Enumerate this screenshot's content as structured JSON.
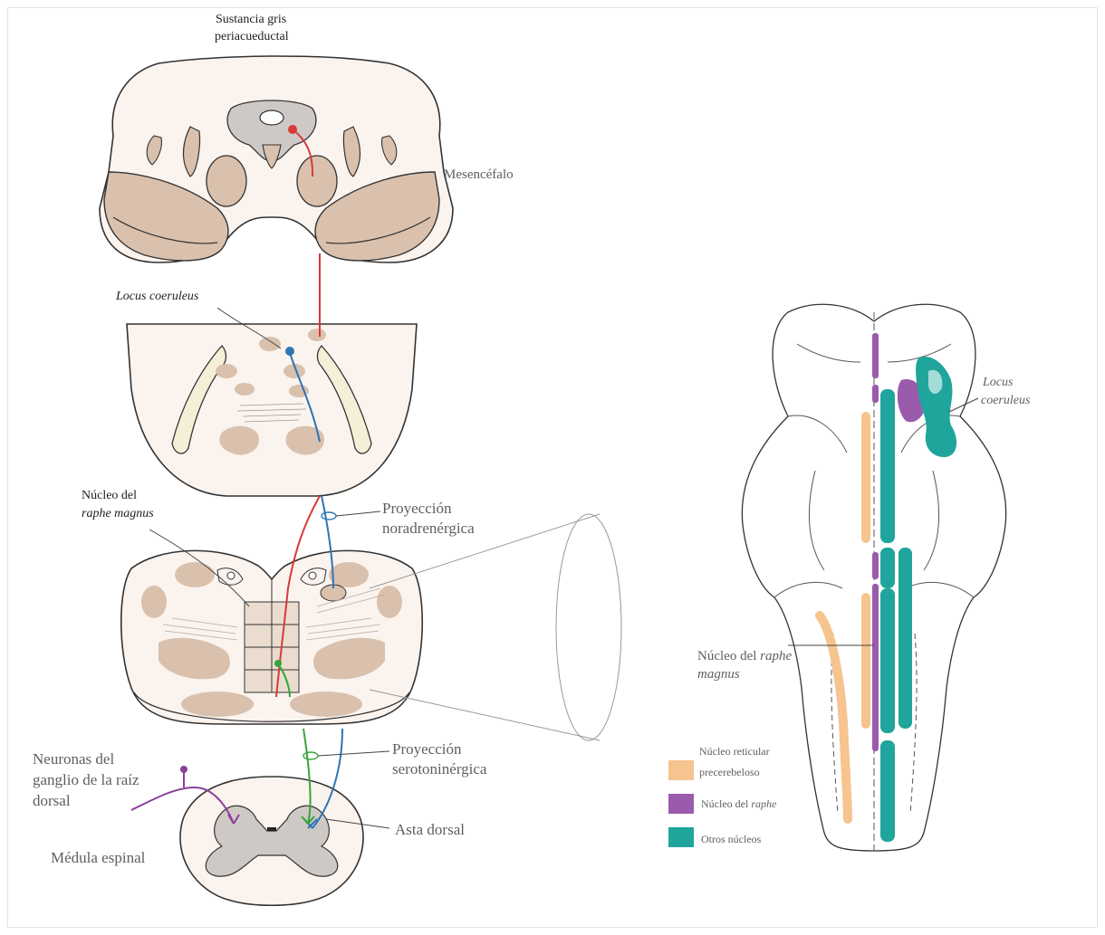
{
  "labels": {
    "pag_line1": "Sustancia gris",
    "pag_line2": "periacueductal",
    "mesencefalo": "Mesencéfalo",
    "locus_coeruleus_left": "Locus coeruleus",
    "raphe_left_line1": "Núcleo del",
    "raphe_left_line2": "raphe magnus",
    "noradrenergic_line1": "Proyección",
    "noradrenergic_line2": "noradrenérgica",
    "serotonergic_line1": "Proyección",
    "serotonergic_line2": "serotoninérgica",
    "drg_line1": "Neuronas del",
    "drg_line2": "ganglio de la raíz",
    "drg_line3": "dorsal",
    "asta_dorsal": "Asta dorsal",
    "medula_espinal": "Médula espinal",
    "locus_right_line1": "Locus",
    "locus_right_line2": "coeruleus",
    "raphe_right_line1_plain": "Núcleo del ",
    "raphe_right_line1_italic": "raphe",
    "raphe_right_line2": "magnus"
  },
  "legend": {
    "items": [
      {
        "label_line1": "Núcleo reticular",
        "label_line2": "precerebeloso",
        "color": "#f6c48e"
      },
      {
        "label_line1": "Núcleo del ",
        "label_italic": "raphe",
        "color": "#9a5bad"
      },
      {
        "label_line1": "Otros núcleos",
        "color": "#1fa59b"
      }
    ]
  },
  "colors": {
    "tissue_fill": "#fbf3ee",
    "nucleus_fill": "#d9c1ad",
    "dark_nucleus": "#c7a88e",
    "outline": "#333333",
    "gray_matter": "#cfc9c6",
    "red_pathway": "#d83a3a",
    "blue_pathway": "#2f74b5",
    "green_pathway": "#36a43a",
    "purple_pathway": "#8a3f9a",
    "teal": "#1fa59b",
    "orange": "#f6c48e",
    "purple": "#9a5bad"
  }
}
